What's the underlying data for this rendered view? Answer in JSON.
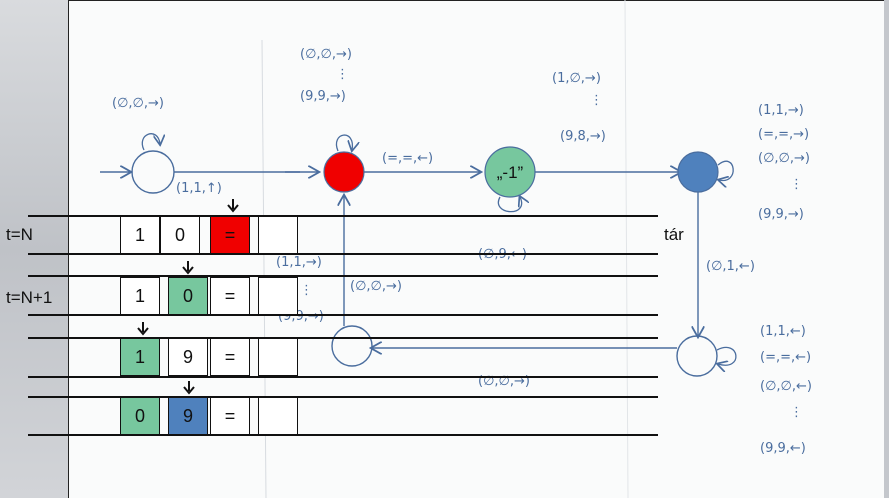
{
  "state_label_minus1": "„-1”",
  "handwritten": {
    "start_loop": "(∅,∅,→)",
    "start_edge": "(1,1,↑)",
    "red_loop_top": "(∅,∅,→)",
    "red_loop_dots": "⋮",
    "red_loop_bottom": "(9,9,→)",
    "red_to_green": "(=,=,←)",
    "green_loop": "(∅,9,←)",
    "green_to_blue_top": "(1,∅,→)",
    "green_to_blue_dots": "⋮",
    "green_to_blue_bottom": "(9,8,→)",
    "blue_loop_1": "(1,1,→)",
    "blue_loop_2": "(=,=,→)",
    "blue_loop_3": "(∅,∅,→)",
    "blue_loop_dots": "⋮",
    "blue_loop_4": "(9,9,→)",
    "blue_to_bottom": "(∅,1,←)",
    "bottom_loop_1": "(1,1,←)",
    "bottom_loop_2": "(=,=,←)",
    "bottom_loop_3": "(∅,∅,←)",
    "bottom_loop_dots": "⋮",
    "bottom_loop_4": "(9,9,←)",
    "bottom_to_left": "(∅,∅,→)",
    "left_return_1": "(1,1,→)",
    "left_return_dots": "⋮",
    "left_return_2": "(9,9,→)",
    "left_up": "(∅,∅,→)"
  },
  "tapes": [
    {
      "label": "t=N",
      "cells": [
        "1",
        "0",
        "=",
        ""
      ]
    },
    {
      "label": "t=N+1",
      "cells": [
        "1",
        "0",
        "=",
        ""
      ]
    },
    {
      "label": "",
      "cells": [
        "1",
        "9",
        "=",
        ""
      ]
    },
    {
      "label": "",
      "cells": [
        "0",
        "9",
        "=",
        ""
      ]
    }
  ],
  "tar_label": "tár",
  "colors": {
    "red": "#f00000",
    "green": "#77c79e",
    "blue": "#4f81bd",
    "ink": "#4a6d9e"
  }
}
